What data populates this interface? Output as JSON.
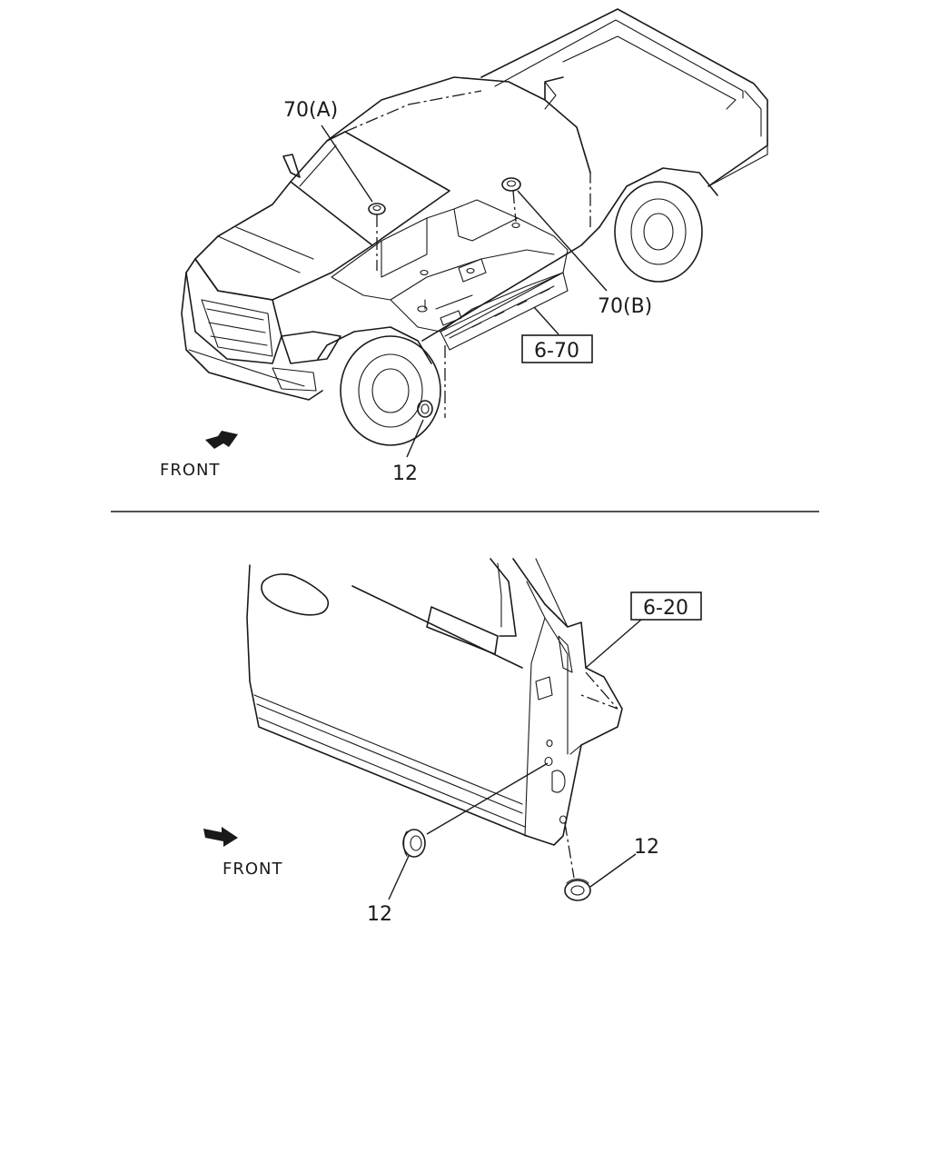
{
  "top_view": {
    "callout_70a": "70(A)",
    "callout_70b": "70(B)",
    "ref_box": "6-70",
    "callout_12": "12",
    "front_label": "FRONT"
  },
  "bottom_view": {
    "ref_box": "6-20",
    "callout_12_left": "12",
    "callout_12_right": "12",
    "front_label": "FRONT"
  }
}
